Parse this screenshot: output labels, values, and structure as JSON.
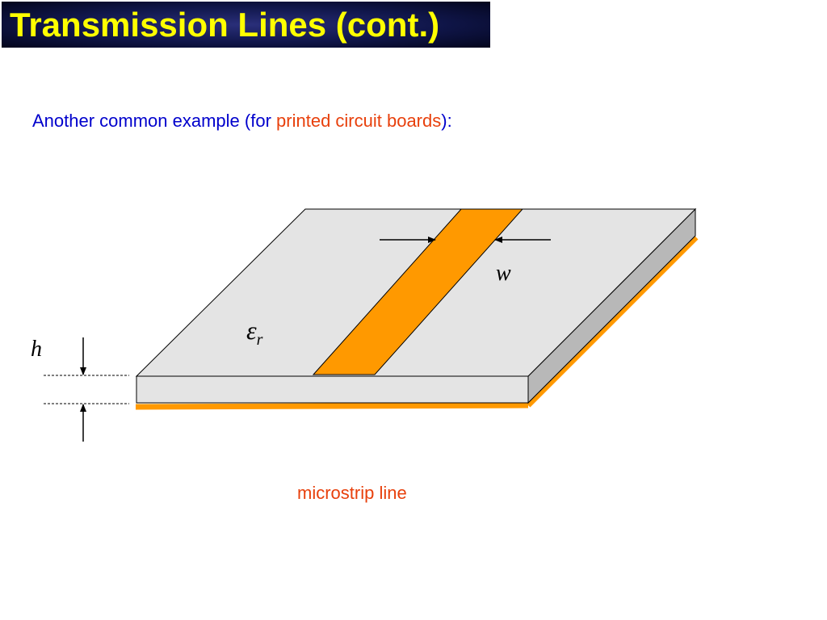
{
  "slide": {
    "title": "Transmission Lines (cont.)",
    "subtitle_part1": "Another common example (for ",
    "subtitle_highlight": "printed circuit boards",
    "subtitle_part2": "):",
    "caption": "microstrip line"
  },
  "diagram": {
    "label_w": "w",
    "label_h": "h",
    "label_epsilon": "ε",
    "label_epsilon_sub": "r"
  },
  "colors": {
    "title_text": "#ffff00",
    "title_background": "#10164a",
    "subtitle_text": "#0000cc",
    "highlight_text": "#e8400c",
    "conductor": "#ff9900",
    "substrate_top": "#e4e4e4",
    "substrate_side": "#b8b8b8"
  }
}
